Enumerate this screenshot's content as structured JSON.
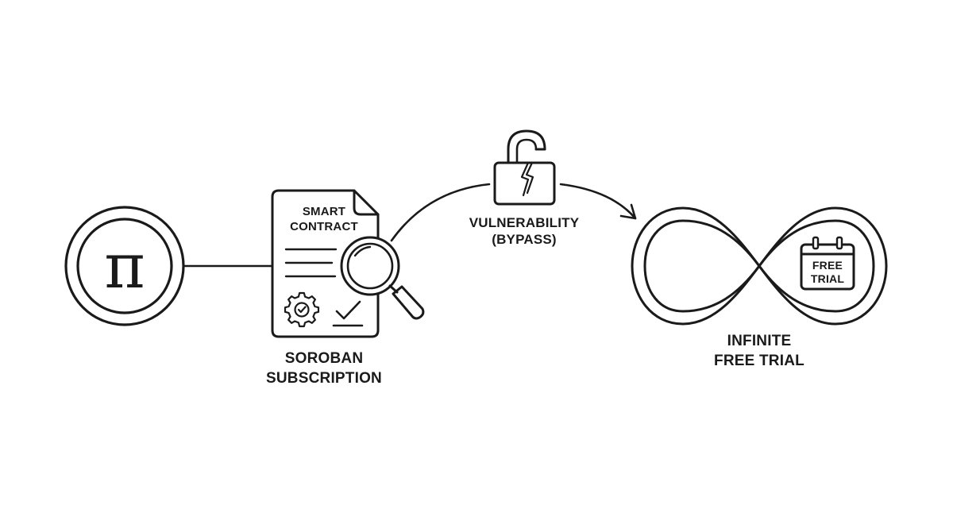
{
  "diagram": {
    "stroke_color": "#1a1a1a",
    "background_color": "#ffffff",
    "nodes": {
      "pi_coin": {
        "icon": "pi-symbol-icon",
        "glyph": "π"
      },
      "smart_contract": {
        "icon": "document-icon",
        "title_line1": "SMART",
        "title_line2": "CONTRACT",
        "label_line1": "SOROBAN",
        "label_line2": "SUBSCRIPTION"
      },
      "vulnerability": {
        "icon": "broken-padlock-icon",
        "label_line1": "VULNERABILITY",
        "label_line2": "(BYPASS)"
      },
      "infinite_trial": {
        "icon": "infinity-loop-icon",
        "badge_icon": "calendar-icon",
        "badge_line1": "FREE",
        "badge_line2": "TRIAL",
        "label_line1": "INFINITE",
        "label_line2": "FREE TRIAL"
      }
    },
    "edges": [
      {
        "from": "pi_coin",
        "to": "smart_contract",
        "style": "line"
      },
      {
        "from": "smart_contract",
        "to": "infinite_trial",
        "style": "curved-arrow",
        "via": "vulnerability"
      }
    ]
  }
}
